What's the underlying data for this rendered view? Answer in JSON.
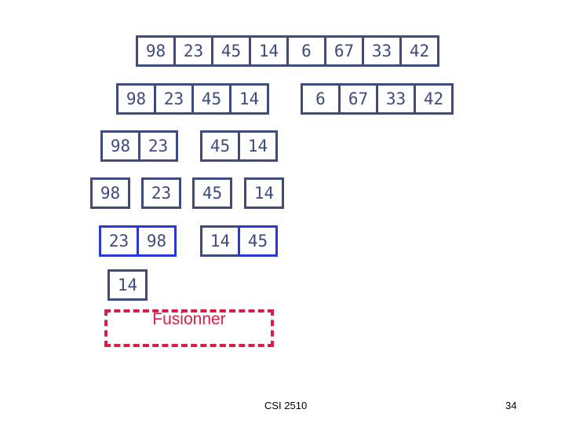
{
  "rows": {
    "r1": [
      "98",
      "23",
      "45",
      "14",
      "6",
      "67",
      "33",
      "42"
    ],
    "r2_left": [
      "98",
      "23",
      "45",
      "14"
    ],
    "r2_right": [
      "6",
      "67",
      "33",
      "42"
    ],
    "r3_left": [
      "98",
      "23"
    ],
    "r3_right": [
      "45",
      "14"
    ],
    "r4_a": [
      "98"
    ],
    "r4_b": [
      "23"
    ],
    "r4_c": [
      "45"
    ],
    "r4_d": [
      "14"
    ],
    "r5_left": [
      "23",
      "98"
    ],
    "r5_right": [
      "14",
      "45"
    ],
    "r6": [
      "14"
    ]
  },
  "merge_label": "Fusionner",
  "footer": {
    "course": "CSI 2510",
    "page": "34"
  }
}
